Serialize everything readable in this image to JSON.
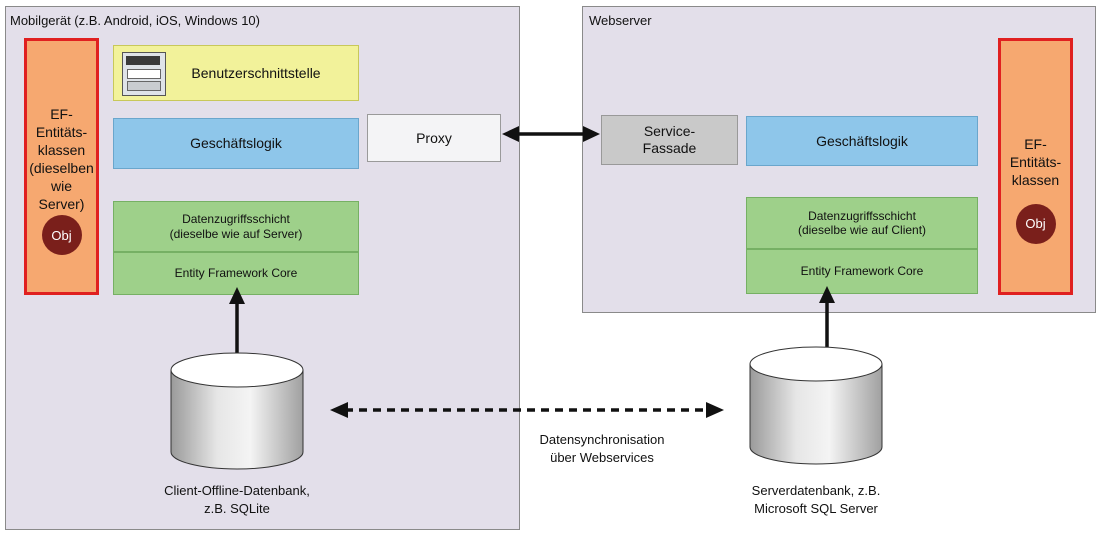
{
  "mobile": {
    "title": "Mobilgerät (z.B. Android, iOS, Windows 10)",
    "ef_label": "EF-\nEntitäts-\nklassen\n(dieselben\nwie\nServer)",
    "obj": "Obj",
    "ui": "Benutzerschnittstelle",
    "logic": "Geschäftslogik",
    "dal": "Datenzugriffsschicht\n(dieselbe wie auf Server)",
    "efcore": "Entity Framework Core",
    "db_caption": "Client-Offline-Datenbank,\nz.B. SQLite"
  },
  "proxy": "Proxy",
  "server": {
    "title": "Webserver",
    "facade": "Service-\nFassade",
    "logic": "Geschäftslogik",
    "ef_label": "EF-\nEntitäts-\nklassen",
    "obj": "Obj",
    "dal": "Datenzugriffsschicht\n(dieselbe wie auf Client)",
    "efcore": "Entity Framework Core",
    "db_caption": "Serverdatenbank, z.B.\nMicrosoft SQL Server"
  },
  "sync_label": "Datensynchronisation\nüber Webservices"
}
